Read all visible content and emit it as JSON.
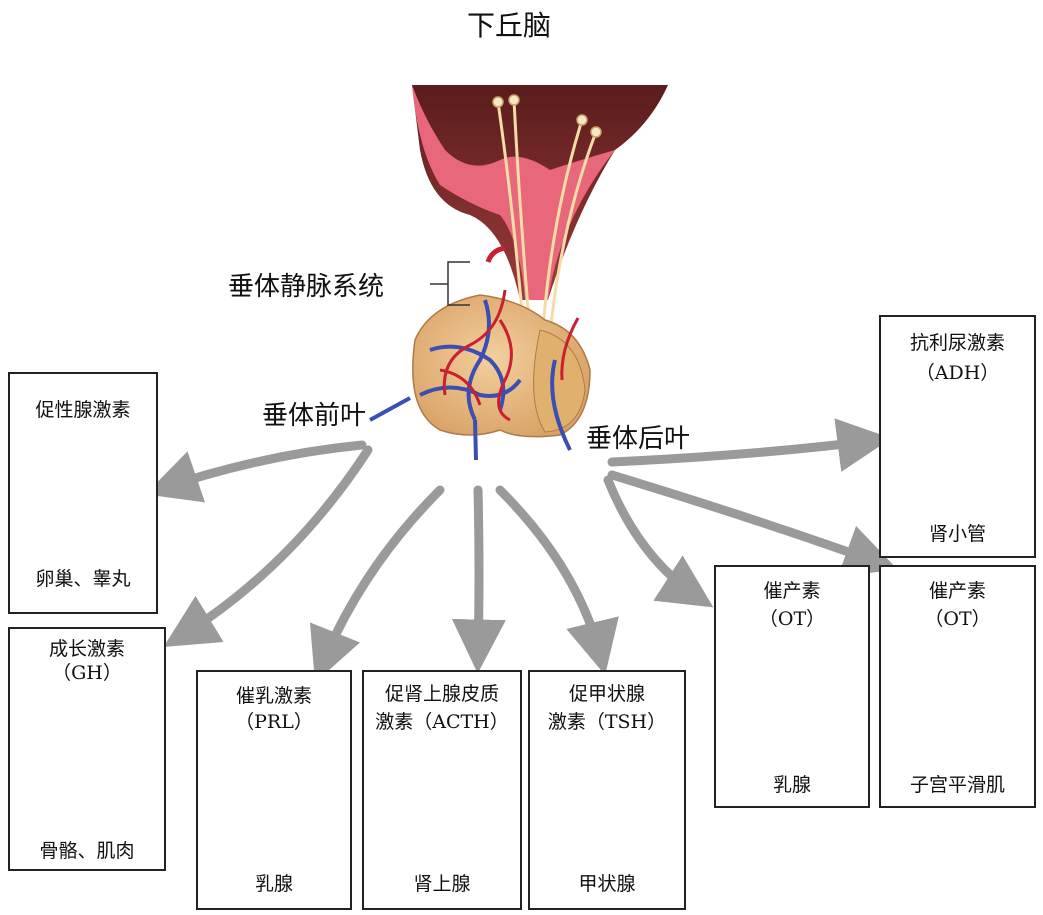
{
  "title": "下丘脑",
  "labels": {
    "portal_system": "垂体静脉系统",
    "anterior": "垂体前叶",
    "posterior": "垂体后叶"
  },
  "targets": {
    "gonadotropin": {
      "hormone": "促性腺激素",
      "organ": "卵巢、睾丸"
    },
    "growth": {
      "hormone": "成长激素",
      "abbr": "（GH）",
      "organ": "骨骼、肌肉"
    },
    "prolactin": {
      "hormone": "催乳激素",
      "abbr": "（PRL）",
      "organ": "乳腺"
    },
    "acth": {
      "hormone_line1": "促肾上腺皮质",
      "hormone_line2": "激素（ACTH）",
      "organ": "肾上腺"
    },
    "tsh": {
      "hormone_line1": "促甲状腺",
      "hormone_line2": "激素（TSH）",
      "organ": "甲状腺"
    },
    "ot_breast": {
      "hormone": "催产素",
      "abbr": "（OT）",
      "organ": "乳腺"
    },
    "adh": {
      "hormone": "抗利尿激素",
      "abbr": "（ADH）",
      "organ": "肾小管"
    },
    "ot_uterus": {
      "hormone": "催产素",
      "abbr": "（OT）",
      "organ": "子宫平滑肌"
    }
  },
  "colors": {
    "arrow": "#9a9a9a",
    "flesh": "#e7ad80",
    "hypothalamus": "#e8677b",
    "vein": "#3b4fb0",
    "artery": "#c82030"
  }
}
